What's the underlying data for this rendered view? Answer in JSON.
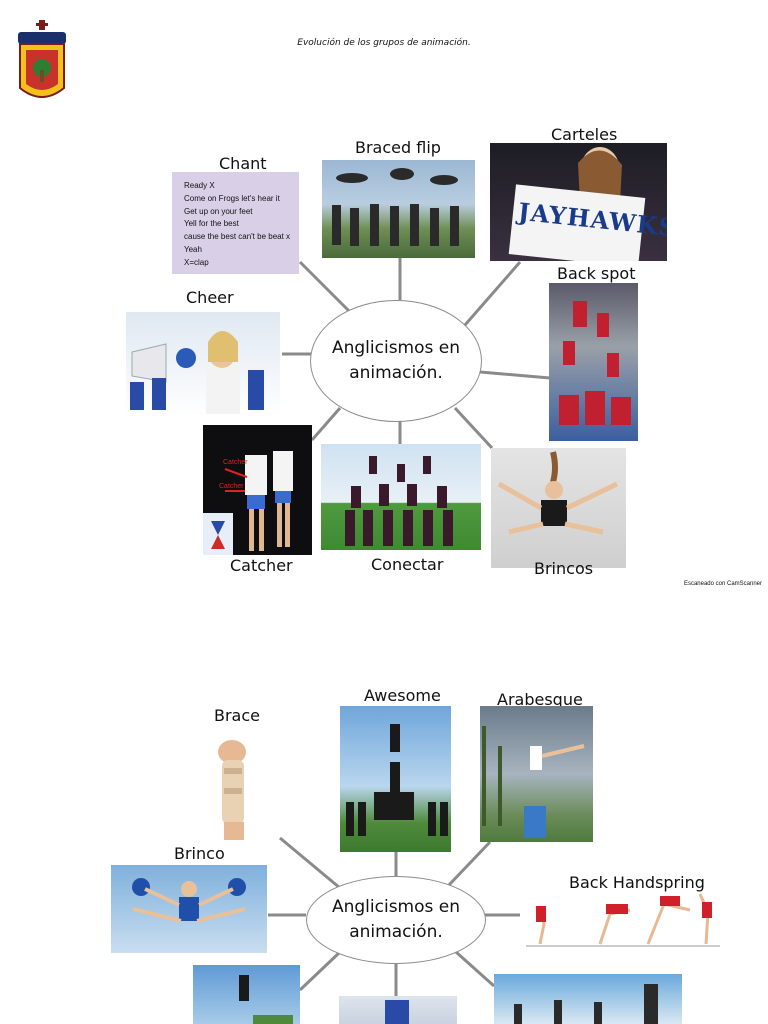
{
  "header": {
    "title": "Evolución de los grupos de animación."
  },
  "footer": {
    "scanner": "Escaneado con CamScanner"
  },
  "diagram1": {
    "center": "Anglicismos en animación.",
    "nodes": {
      "chant": "Chant",
      "braced_flip": "Braced flip",
      "carteles": "Carteles",
      "back_spot": "Back spot",
      "cheer": "Cheer",
      "catcher": "Catcher",
      "conectar": "Conectar",
      "brincos": "Brincos"
    },
    "chant_lines": [
      "Ready X",
      "Come on Frogs let's hear it",
      "Get up on your feet",
      "Yell for the best",
      "cause the best can't be beat x",
      "Yeah",
      "X=clap"
    ],
    "sign_text": "JAYHAWKS",
    "catcher_labels": [
      "Catcher",
      "Catcher"
    ]
  },
  "diagram2": {
    "center": "Anglicismos en animación.",
    "nodes": {
      "brace": "Brace",
      "awesome": "Awesome",
      "arabesque": "Arabesque",
      "brinco": "Brinco",
      "back_handspring": "Back Handspring"
    }
  }
}
